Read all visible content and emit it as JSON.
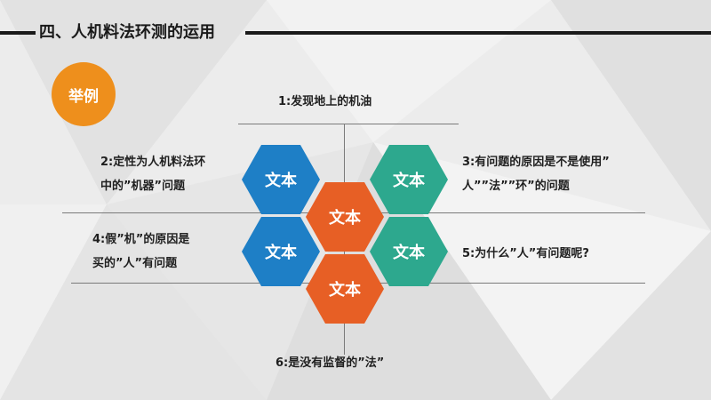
{
  "header": {
    "title": "四、人机料法环测的运用"
  },
  "badge": {
    "label": "举例"
  },
  "items": {
    "item1": "1:发现地上的机油",
    "item2_line1": "2:定性为人机料法环",
    "item2_line2": "中的”机器”问题",
    "item3_line1": "3:有问题的原因是不是使用”",
    "item3_line2": "人””法””环”的问题",
    "item4_line1": "4:假”机”的原因是",
    "item4_line2": "买的”人”有问题",
    "item5": "5:为什么”人”有问题呢?",
    "item6": "6:是没有监督的”法”"
  },
  "hexagons": {
    "top_left": "文本",
    "top_right": "文本",
    "center": "文本",
    "mid_left": "文本",
    "mid_right": "文本",
    "bottom": "文本"
  },
  "colors": {
    "blue": "#1e7fc6",
    "teal": "#2da88e",
    "orange": "#e75f25",
    "badge": "#ee8f1c"
  }
}
